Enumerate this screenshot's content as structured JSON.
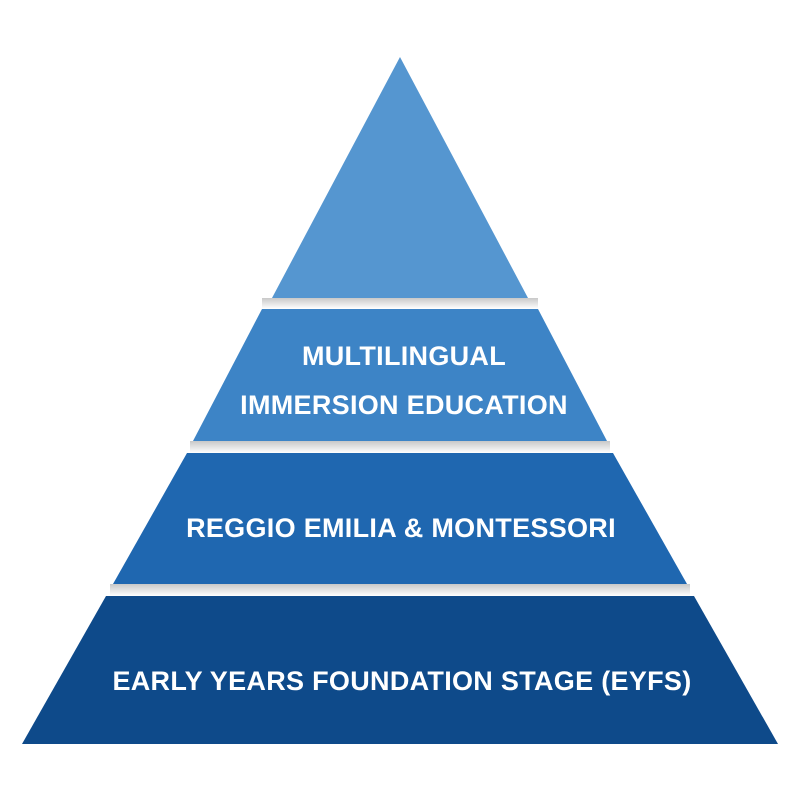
{
  "pyramid": {
    "tiers": [
      {
        "label_lines": [],
        "color": "#5596d0"
      },
      {
        "label_lines": [
          "MULTILINGUAL",
          "IMMERSION EDUCATION"
        ],
        "color": "#3d84c6"
      },
      {
        "label_lines": [
          "REGGIO EMILIA & MONTESSORI"
        ],
        "color": "#1f67b0"
      },
      {
        "label_lines": [
          "EARLY YEARS FOUNDATION STAGE (EYFS)"
        ],
        "color": "#0e4a8a"
      }
    ]
  }
}
